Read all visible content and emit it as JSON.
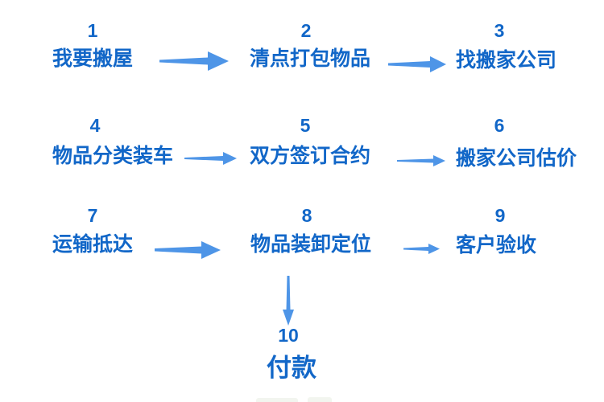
{
  "colors": {
    "text_blue": "#1267C8",
    "arrow_blue": "#4E95E7"
  },
  "flow": {
    "description": "moving-house-process-flowchart",
    "steps": [
      {
        "number": "1",
        "label": "我要搬屋"
      },
      {
        "number": "2",
        "label": "清点打包物品"
      },
      {
        "number": "3",
        "label": "找搬家公司"
      },
      {
        "number": "4",
        "label": "物品分类装车"
      },
      {
        "number": "5",
        "label": "双方签订合约"
      },
      {
        "number": "6",
        "label": "搬家公司估价"
      },
      {
        "number": "7",
        "label": "运输抵达"
      },
      {
        "number": "8",
        "label": "物品装卸定位"
      },
      {
        "number": "9",
        "label": "客户验收"
      },
      {
        "number": "10",
        "label": "付款"
      }
    ],
    "connections": [
      {
        "from": "1",
        "to": "2",
        "direction": "right"
      },
      {
        "from": "2",
        "to": "3",
        "direction": "right"
      },
      {
        "from": "4",
        "to": "5",
        "direction": "right"
      },
      {
        "from": "5",
        "to": "6",
        "direction": "right"
      },
      {
        "from": "7",
        "to": "8",
        "direction": "right"
      },
      {
        "from": "8",
        "to": "9",
        "direction": "right"
      },
      {
        "from": "8",
        "to": "10",
        "direction": "down"
      }
    ]
  }
}
